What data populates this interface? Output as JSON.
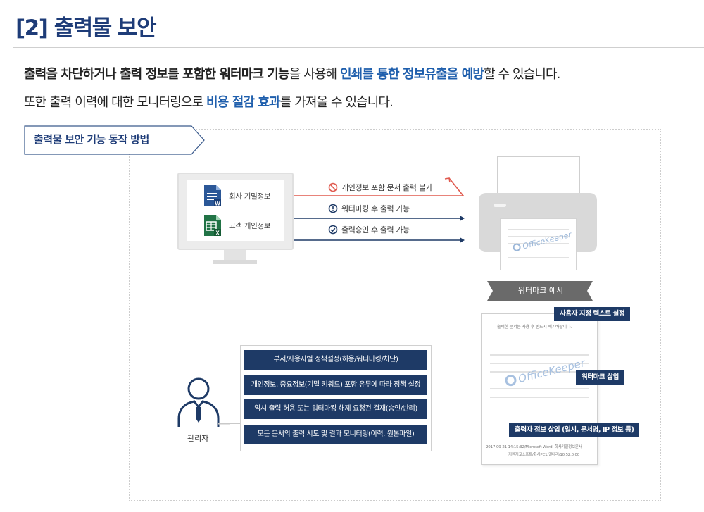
{
  "header": {
    "title": "[2] 출력물 보안"
  },
  "intro": {
    "line1": {
      "strong1": "출력을 차단하거나 출력 정보를 포함한 워터마크 기능",
      "text1": "을 사용해 ",
      "highlight": "인쇄를 통한 정보유출을 예방",
      "text2": "할 수 있습니다."
    },
    "line2": {
      "text1": "또한 출력 이력에 대한 모니터링으로 ",
      "highlight": "비용 절감 효과",
      "text2": "를 가져올 수 있습니다."
    }
  },
  "section": {
    "label": "출력물 보안 기능 동작 방법"
  },
  "monitor": {
    "files": [
      {
        "label": "회사 기밀정보",
        "icon": "word-document-icon"
      },
      {
        "label": "고객 개인정보",
        "icon": "excel-document-icon"
      }
    ]
  },
  "flows": [
    {
      "label": "개인정보 포함 문서 출력 불가",
      "icon": "block-icon",
      "color": "#e05a4f"
    },
    {
      "label": "워터마킹 후 출력 가능",
      "icon": "info-icon",
      "color": "#1e3a66"
    },
    {
      "label": "출력승인 후 출력 가능",
      "icon": "check-icon",
      "color": "#1e3a66"
    }
  ],
  "printer": {
    "watermark": "OfficeKeeper",
    "example_label": "워터마크 예시"
  },
  "document": {
    "notice": "출력한 문서는 사용 후 반드시 폐기바랍니다.",
    "watermark": "OfficeKeeper",
    "footer_line1": "2017-09-21 14:15:32/Microsoft Word- 회사기밀정보문서",
    "footer_line2": "지란지교소프트/회사PC1/길대리/10.52.0.00",
    "callouts": {
      "custom_text": "사용자 지정 텍스트 설정",
      "watermark_insert": "워터마크 삽입",
      "output_info": "출력자 정보 삽입 (일시, 문서명, IP 정보 등)"
    }
  },
  "admin": {
    "label": "관리자",
    "policies": [
      "부서/사용자별 정책설정(허용/워터마킹/차단)",
      "개인정보, 중요정보(기밀 키워드) 포함 유무에 따라 정책 설정",
      "임시 출력 허용 또는 워터마킹 해제 요청건 결재(승인/반려)",
      "모든 문서의 출력 시도 및 결과 모니터링(이력, 원본파일)"
    ]
  },
  "colors": {
    "brand_navy": "#1e3a66",
    "title_blue": "#1e3c78",
    "highlight_blue": "#1f5fad",
    "block_red": "#e05a4f"
  }
}
